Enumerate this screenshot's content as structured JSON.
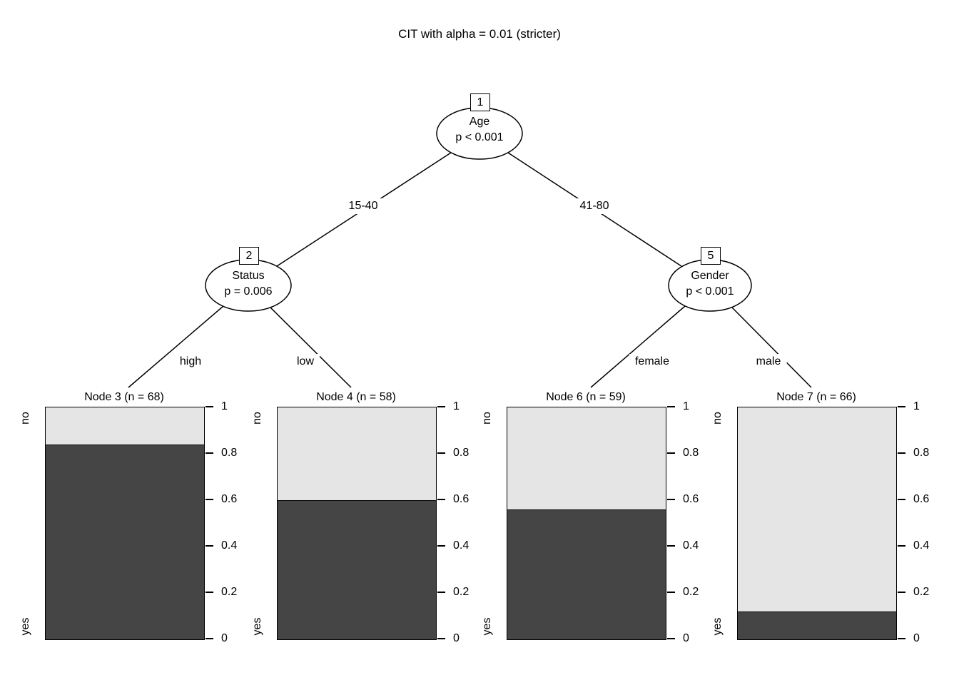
{
  "title": "CIT with alpha = 0.01 (stricter)",
  "tree": {
    "nodes": [
      {
        "id": "1",
        "variable": "Age",
        "p_value": "p < 0.001"
      },
      {
        "id": "2",
        "variable": "Status",
        "p_value": "p = 0.006"
      },
      {
        "id": "5",
        "variable": "Gender",
        "p_value": "p < 0.001"
      }
    ],
    "edge_labels": {
      "root_left": "15-40",
      "root_right": "41-80",
      "node2_left": "high",
      "node2_right": "low",
      "node5_left": "female",
      "node5_right": "male"
    }
  },
  "chart_data": {
    "type": "bar",
    "subtype": "stacked-terminal-node-panels",
    "title": "CIT with alpha = 0.01 (stricter)",
    "stack_categories": [
      "yes",
      "no"
    ],
    "top_label": "no",
    "bottom_label": "yes",
    "ylim": [
      0,
      1
    ],
    "yticks": [
      1,
      0.8,
      0.6,
      0.4,
      0.2,
      0
    ],
    "ytick_labels": [
      "1",
      "0.8",
      "0.6",
      "0.4",
      "0.2",
      "0"
    ],
    "axis_side": "right",
    "grid": false,
    "colors": {
      "yes": "#454545",
      "no": "#e5e5e5",
      "line": "#000000"
    },
    "panels": [
      {
        "label": "Node 3 (n = 68)",
        "n": 68,
        "yes": 0.84,
        "no": 0.16
      },
      {
        "label": "Node 4 (n = 58)",
        "n": 58,
        "yes": 0.6,
        "no": 0.4
      },
      {
        "label": "Node 6 (n = 59)",
        "n": 59,
        "yes": 0.56,
        "no": 0.44
      },
      {
        "label": "Node 7 (n = 66)",
        "n": 66,
        "yes": 0.12,
        "no": 0.88
      }
    ]
  }
}
